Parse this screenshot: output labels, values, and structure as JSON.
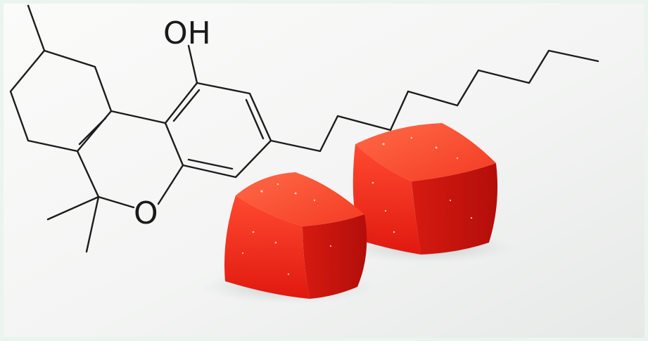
{
  "photo": {
    "colors": {
      "frame": "#e9f5ee",
      "paper": "#f7f8f7",
      "ink": "#1c1c1c",
      "gummy_main": "#ef2a1c",
      "gummy_light": "#ff5a3a",
      "gummy_dark": "#b90f0c"
    },
    "structure_labels": {
      "hydroxyl": "OH",
      "ring_oxygen": "O"
    },
    "objects": [
      "chemical-structure-drawing",
      "red-gummy-cube",
      "red-gummy-cube"
    ]
  }
}
